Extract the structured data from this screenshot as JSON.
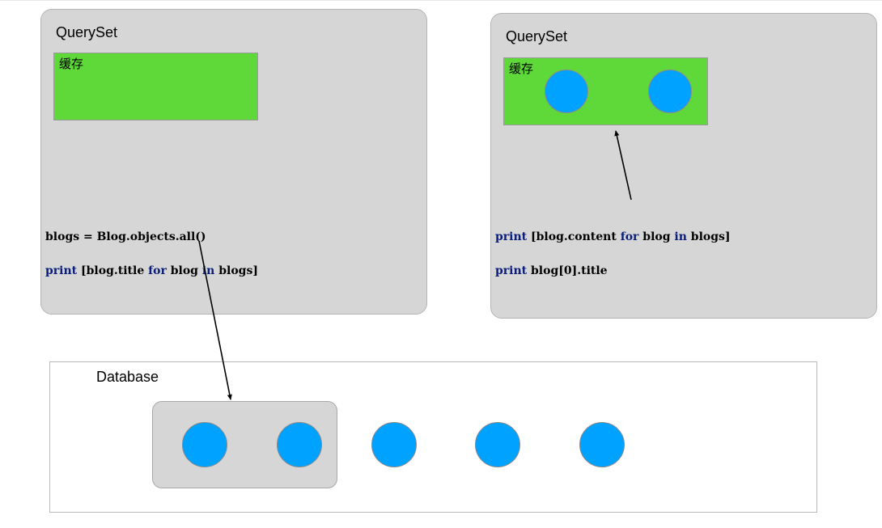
{
  "left_queryset": {
    "title": "QuerySet",
    "cache_label": "缓存",
    "code_line1": "blogs = Blog.objects.all()",
    "code_line2": {
      "kw1": "print",
      "p1": " [blog.title ",
      "kw2": "for",
      "p2": " blog ",
      "kw3": "in",
      "p3": " blogs]"
    }
  },
  "right_queryset": {
    "title": "QuerySet",
    "cache_label": "缓存",
    "code_line1": {
      "kw1": "print",
      "p1": " [blog.content ",
      "kw2": "for",
      "p2": " blog ",
      "kw3": "in",
      "p3": " blogs]"
    },
    "code_line2": {
      "kw1": "print",
      "p1": " blog[0].title"
    }
  },
  "database": {
    "title": "Database"
  },
  "colors": {
    "panel": "#d6d6d6",
    "cache": "#5fd93a",
    "record": "#00a2ff",
    "keyword": "#0b1f7a"
  }
}
